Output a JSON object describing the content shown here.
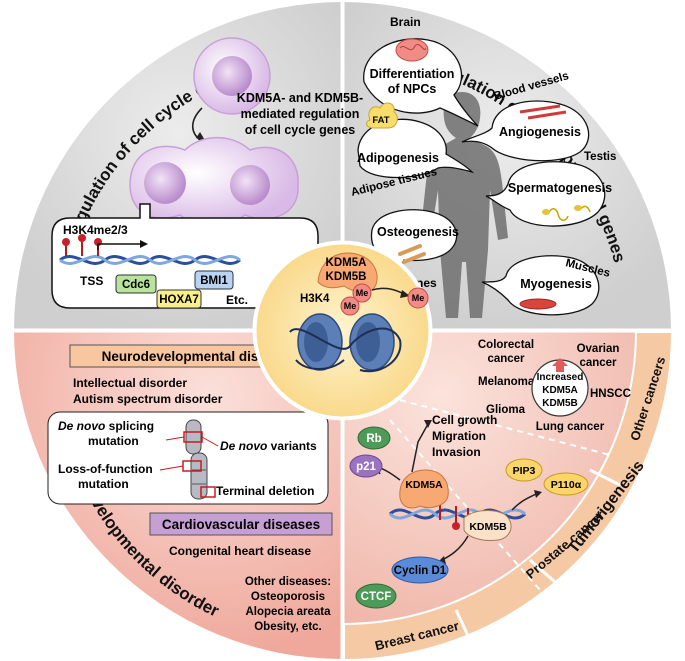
{
  "quadrants": {
    "cell_cycle": {
      "title": "Regulation of cell cycle genes",
      "caption": [
        "KDM5A- and KDM5B-",
        "mediated regulation",
        "of cell cycle genes"
      ],
      "mark": "H3K4me2/3",
      "tss": "TSS",
      "genes": [
        "Cdc6",
        "HOXA7",
        "BMI1"
      ],
      "etc": "Etc."
    },
    "developmental": {
      "title": "Regulation of developmental genes",
      "brain": "Brain",
      "npc": [
        "Differentiation",
        "of NPCs"
      ],
      "blood_vessels": "Blood vessels",
      "angiogenesis": "Angiogenesis",
      "fat": "FAT",
      "adipogenesis": "Adipogenesis",
      "adipose": "Adipose tissues",
      "testis": "Testis",
      "spermatogenesis": "Spermatogenesis",
      "osteogenesis": "Osteogenesis",
      "bones": "Bones",
      "muscles": "Muscles",
      "myogenesis": "Myogenesis"
    },
    "developmental_disorder": {
      "title": "Developmental disorder",
      "neuro_header": "Neurodevelopmental disorders",
      "neuro_items": [
        "Intellectual disorder",
        "Autism spectrum disorder"
      ],
      "splicing": [
        "De novo",
        " splicing",
        "mutation"
      ],
      "de_novo_variants": [
        "De novo",
        " variants"
      ],
      "lof": [
        "Loss-of-function",
        "mutation"
      ],
      "terminal": "Terminal deletion",
      "cardio_header": "Cardiovascular diseases",
      "cardio_item": "Congenital heart disease",
      "other": [
        "Other diseases:",
        "Osteoporosis",
        "Alopecia areata",
        "Obesity, etc."
      ]
    },
    "tumorigenesis": {
      "title": "Tumorigenesis",
      "other_cancers": "Other cancers",
      "prostate": "Prostate cancer",
      "breast": "Breast cancer",
      "colorectal": [
        "Colorectal",
        "cancer"
      ],
      "ovarian": [
        "Ovarian",
        "cancer"
      ],
      "melanoma": "Melanoma",
      "glioma": "Glioma",
      "hnscc": "HNSCC",
      "lung": "Lung cancer",
      "increased": [
        "Increased",
        "KDM5A",
        "KDM5B"
      ],
      "effects": [
        "Cell growth",
        "Migration",
        "Invasion"
      ],
      "rb": "Rb",
      "p21": "p21",
      "kdm5a": "KDM5A",
      "kdm5b": "KDM5B",
      "pip3": "PIP3",
      "p110": "P110α",
      "cyclin": "Cyclin D1",
      "ctcf": "CTCF"
    }
  },
  "center": {
    "enzyme": [
      "KDM5A",
      "KDM5B"
    ],
    "h3k4": "H3K4",
    "me": "Me"
  },
  "colors": {
    "top": "#d7d7d7",
    "bottom_left": "#f2b9ae",
    "bottom_right": "#f4c3b8",
    "ring": "#f3c6a2",
    "center": "#fde6a8",
    "orange_label": "#f8c9a8",
    "purple_label": "#c9a3d6"
  }
}
